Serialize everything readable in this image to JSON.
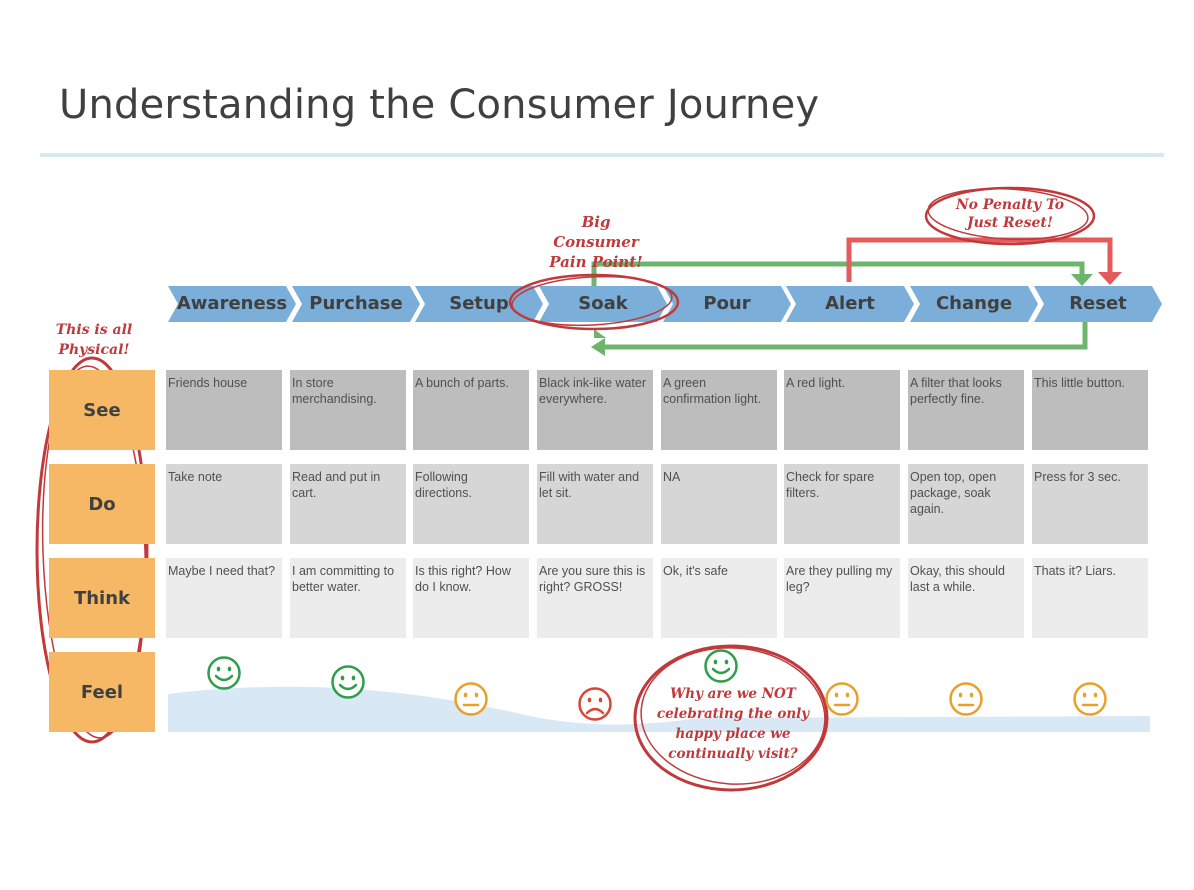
{
  "title": "Understanding the Consumer Journey",
  "stages": [
    "Awareness",
    "Purchase",
    "Setup",
    "Soak",
    "Pour",
    "Alert",
    "Change",
    "Reset"
  ],
  "rows": {
    "see": {
      "label": "See",
      "cells": [
        "Friends house",
        "In store merchandising.",
        "A bunch of parts.",
        "Black ink-like water everywhere.",
        "A green confirmation light.",
        "A red light.",
        "A filter that looks perfectly fine.",
        "This little button."
      ]
    },
    "do": {
      "label": "Do",
      "cells": [
        "Take note",
        "Read and put in cart.",
        "Following directions.",
        "Fill with water and let sit.",
        "NA",
        "Check for spare filters.",
        "Open top, open package, soak again.",
        "Press for 3 sec."
      ]
    },
    "think": {
      "label": "Think",
      "cells": [
        "Maybe I need that?",
        "I am committing to better water.",
        "Is this right? How do I know.",
        "Are you sure this is right? GROSS!",
        "Ok, it's safe",
        "Are they pulling my leg?",
        "Okay, this should last a while.",
        "Thats it? Liars."
      ]
    },
    "feel": {
      "label": "Feel",
      "moods": [
        "happy",
        "happy",
        "neutral",
        "sad",
        "happy",
        "neutral",
        "neutral",
        "neutral"
      ]
    }
  },
  "annotations": {
    "pain_point": "Big Consumer Pain Point!",
    "no_penalty": "No Penalty To Just Reset!",
    "physical": "This is all Physical!",
    "happy_place": "Why are we NOT celebrating the only happy place we continually visit?"
  },
  "colors": {
    "chevron": "#7bafd9",
    "row_label": "#f6b865",
    "see": "#bdbdbe",
    "do": "#d6d6d7",
    "think": "#ececed",
    "happy": "#2e9e4a",
    "neutral": "#e8a02a",
    "sad": "#d9463a",
    "green_arrow": "#6db56d",
    "red_arrow": "#e35b5b",
    "annotation": "#c0393b"
  }
}
